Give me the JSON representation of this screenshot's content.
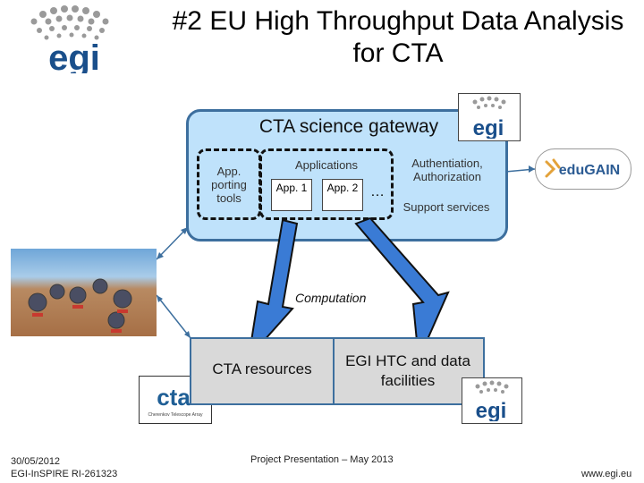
{
  "slide": {
    "title": "#2 EU High Throughput Data Analysis for CTA",
    "logo_text": "egi",
    "gateway": {
      "title": "CTA science gateway",
      "porting_tools": "App. porting tools",
      "applications": "Applications",
      "app1": "App. 1",
      "app2": "App. 2",
      "ellipsis": "…",
      "auth": "Authentiation, Authorization",
      "support": "Support services"
    },
    "edugain": "eduGAIN",
    "computation": "Computation",
    "cta_resources": "CTA resources",
    "egi_facilities": "EGI HTC and data facilities",
    "cta_logo": "cta",
    "cta_logo_sub": "Cherenkov Telescope Array"
  },
  "footer": {
    "date": "30/05/2012",
    "project": "EGI-InSPIRE RI-261323",
    "presentation": "Project Presentation – May 2013",
    "url": "www.egi.eu"
  },
  "colors": {
    "gateway_fill": "#bfe2fb",
    "border_blue": "#3d6f9e",
    "egi_blue": "#1a4f8b",
    "resource_fill": "#d9d9d9"
  }
}
